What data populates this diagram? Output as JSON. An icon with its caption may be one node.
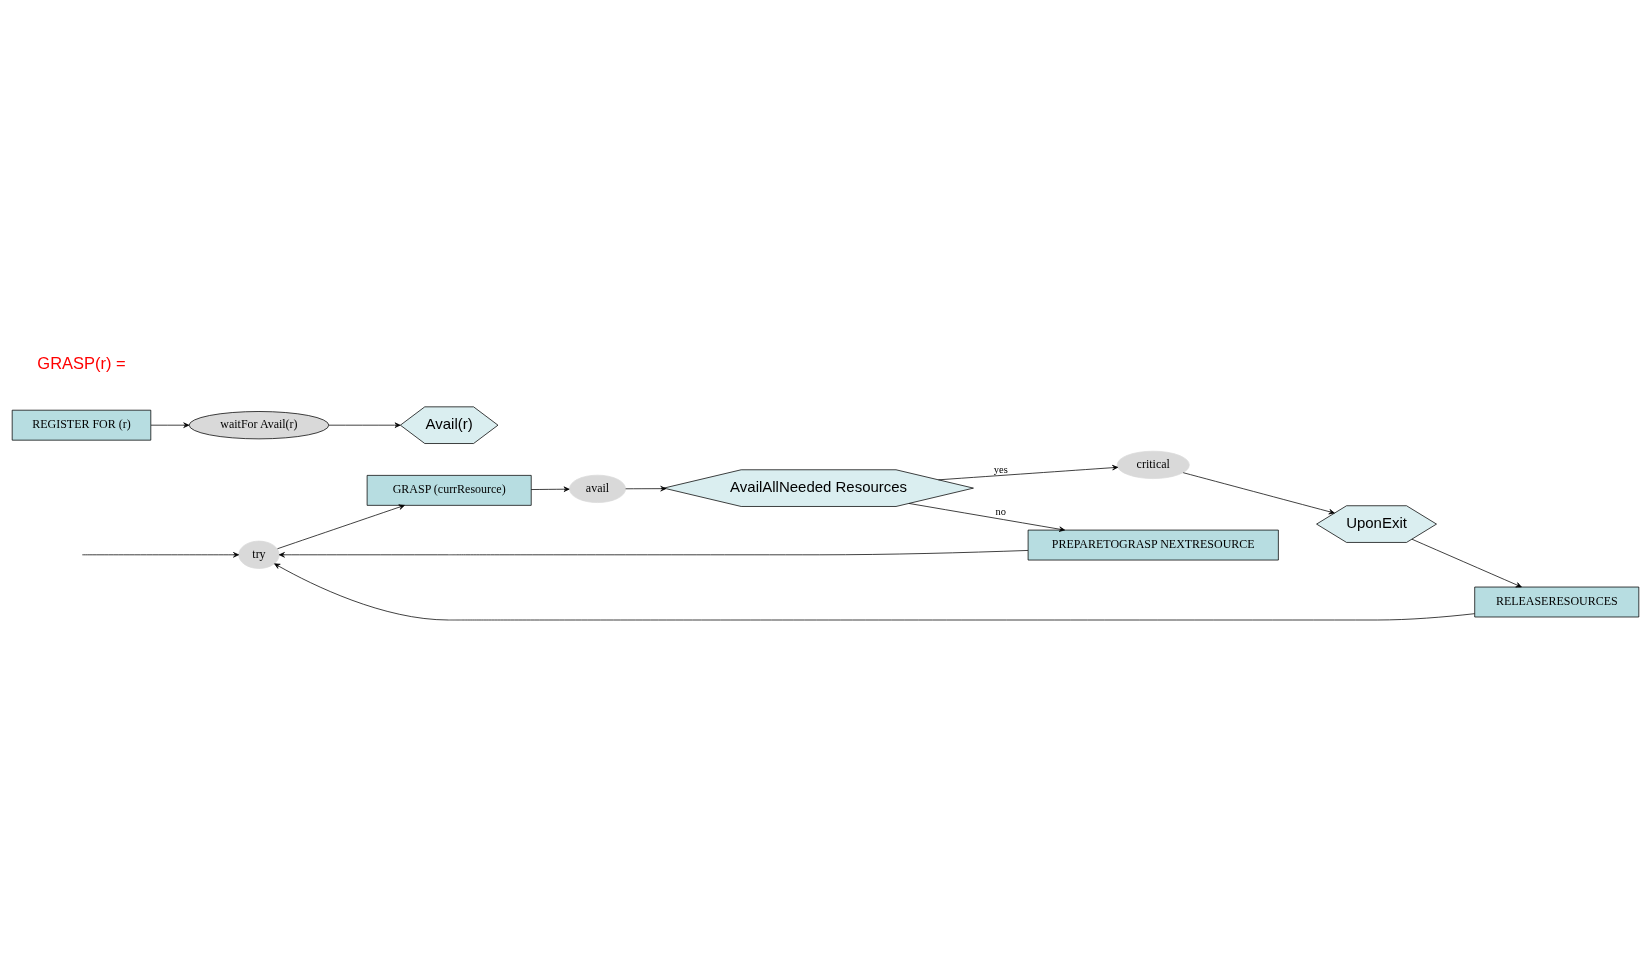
{
  "diagram": {
    "nodes": [
      {
        "text": [
          "try"
        ]
      },
      {
        "text": [
          "GRASP (currResource)"
        ]
      },
      {
        "text": [
          "avail"
        ]
      },
      {
        "text": [
          "AvailAllNeeded Resources"
        ]
      },
      {
        "text": [
          "PREPARETOGRASP NEXTRESOURCE"
        ]
      },
      {
        "text": [
          "critical"
        ]
      },
      {
        "text": [
          "UponExit"
        ]
      },
      {
        "text": [
          "RELEASERESOURCES"
        ]
      },
      {
        "text": [
          "REGISTER FOR (r)"
        ]
      },
      {
        "text": [
          "waitFor Avail(r)"
        ]
      },
      {
        "text": [
          "Avail(r)"
        ]
      }
    ],
    "edges": [
      {
        "from": null,
        "to": 0,
        "arrow": "to"
      },
      {
        "from": 0,
        "to": 1,
        "arrow": "to"
      },
      {
        "from": 1,
        "to": 2,
        "arrow": "to"
      },
      {
        "from": 2,
        "to": 3,
        "arrow": "to"
      },
      {
        "from": 3,
        "to": 4,
        "arrow": "to",
        "label": "no"
      },
      {
        "from": 4,
        "to": 0,
        "arrow": "to"
      },
      {
        "from": 3,
        "to": 5,
        "arrow": "to",
        "label": "yes"
      },
      {
        "from": 5,
        "to": 6,
        "arrow": "to"
      },
      {
        "from": 6,
        "to": 7,
        "arrow": "to"
      },
      {
        "from": 7,
        "to": 0,
        "arrow": "to"
      },
      {
        "from": 8,
        "to": 9,
        "arrow": "to"
      },
      {
        "from": 9,
        "to": 10,
        "arrow": "to"
      }
    ],
    "labels": [
      "GRASP(r) ="
    ]
  }
}
